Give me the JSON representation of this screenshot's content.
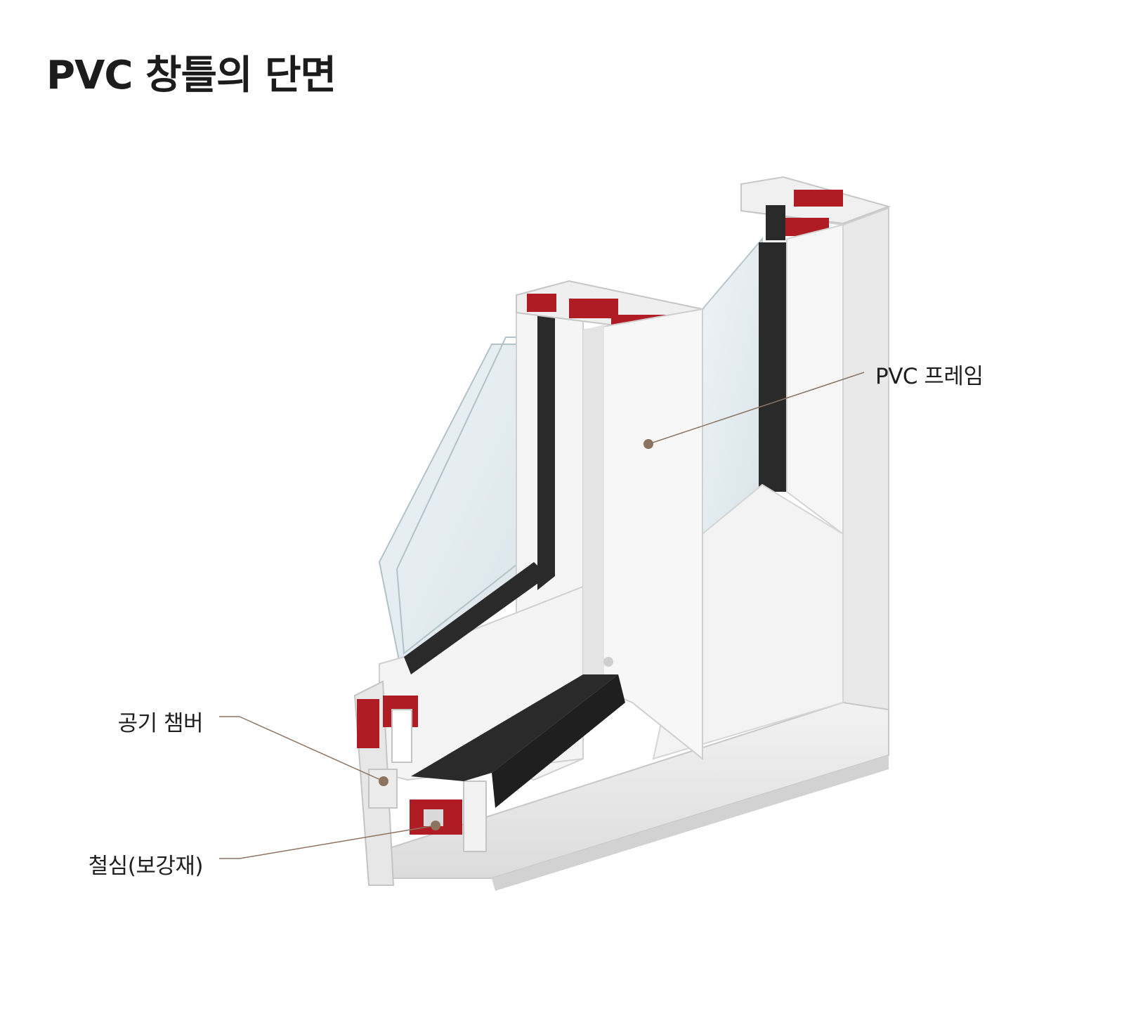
{
  "title": "PVC 창틀의 단면",
  "colors": {
    "accent_dot": "#8c7360",
    "reinforcement_red": "#b01c24",
    "pvc_white": "#f4f4f4",
    "gasket_black": "#2a2a2a",
    "glass_tint": "#dde8ee"
  },
  "callouts": {
    "pvc_frame": "PVC 프레임",
    "air_chamber": "공기 챔버",
    "steel_core": "철심(보강재)"
  }
}
